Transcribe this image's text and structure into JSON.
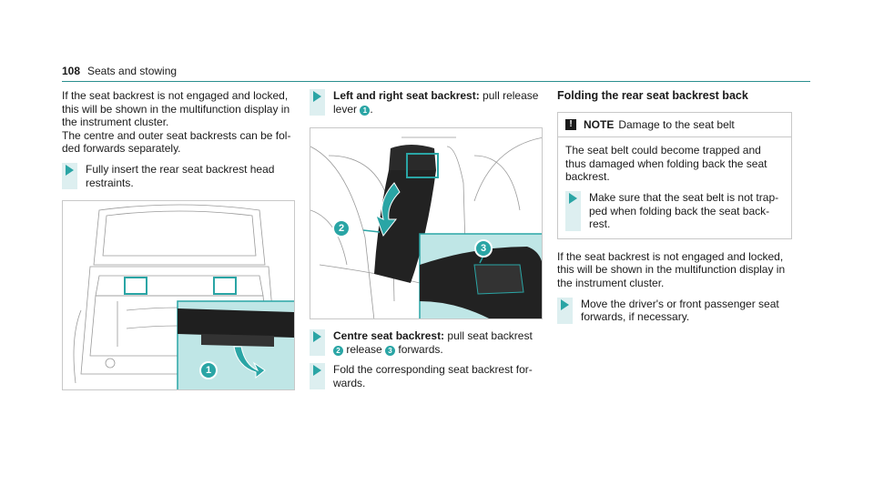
{
  "header": {
    "page_number": "108",
    "section_title": "Seats and stowing"
  },
  "col1": {
    "para1": "If the seat backrest is not engaged and locked, this will be shown in the multifunction display in the instrument cluster.",
    "para2": "The centre and outer seat backrests can be fol­ded forwards separately.",
    "step1": "Fully insert the rear seat backrest head restraints.",
    "figure_callouts": [
      "1"
    ]
  },
  "col2": {
    "step1_bold": "Left and right seat backrest:",
    "step1_text": " pull release lever ",
    "step1_num": "1",
    "step1_end": ".",
    "figure_callouts": [
      "2",
      "3"
    ],
    "step2_bold": "Centre seat backrest:",
    "step2_text_a": " pull seat backrest ",
    "step2_num_a": "2",
    "step2_text_b": " release ",
    "step2_num_b": "3",
    "step2_text_c": " forwards.",
    "step3": "Fold the corresponding seat backrest for­wards."
  },
  "col3": {
    "heading": "Folding the rear seat backrest back",
    "note": {
      "icon": "!",
      "label": "NOTE",
      "title": "Damage to the seat belt",
      "body": "The seat belt could become trapped and thus damaged when folding back the seat back­rest.",
      "step": "Make sure that the seat belt is not trap­ped when folding back the seat back­rest."
    },
    "para1": "If the seat backrest is not engaged and locked, this will be shown in the multifunction display in the instrument cluster.",
    "step1": "Move the driver's or front passenger seat for­wards, if necessary."
  },
  "colors": {
    "accent": "#2aa5a5",
    "detail_bg": "#bfe6e6",
    "step_bar": "#ddeff0"
  }
}
